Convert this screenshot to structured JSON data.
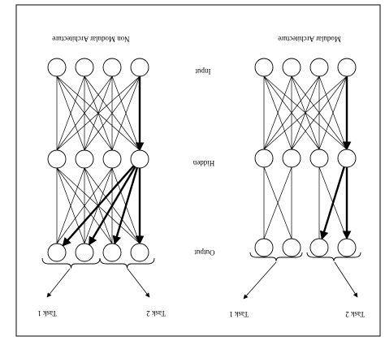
{
  "diagram": {
    "left_panel": {
      "title": "Non Modular Architecture",
      "tasks": [
        "Task 1",
        "Task 2"
      ]
    },
    "right_panel": {
      "title": "Modular Architecture",
      "tasks": [
        "Task 1",
        "Task 2"
      ]
    },
    "layer_labels": {
      "input": "Input",
      "hidden": "Hidden",
      "output": "Output"
    },
    "layers": {
      "input_units": 4,
      "hidden_units": 4,
      "output_units": 4
    },
    "colors": {
      "line": "#000000",
      "node_fill": "#ffffff",
      "background": "#ffffff"
    }
  }
}
